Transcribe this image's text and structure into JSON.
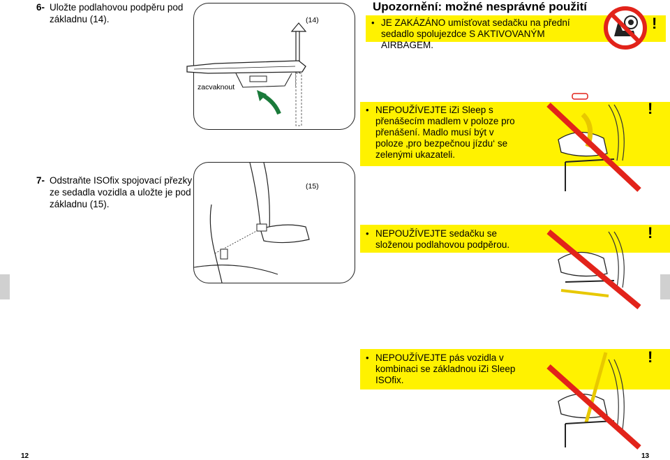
{
  "left_page": {
    "step6": {
      "num": "6-",
      "text": "Uložte podlahovou podpěru pod základnu (14)."
    },
    "step7": {
      "num": "7-",
      "text": "Odstraňte ISOfix spojovací přezky ze sedadla vozidla a uložte je pod základnu (15)."
    },
    "figure14": {
      "label": "(14)",
      "callout": "zacvaknout"
    },
    "figure15": {
      "label": "(15)"
    },
    "page_number": "12"
  },
  "right_page": {
    "title": "Upozornění: možné nesprávné použití",
    "warnings": [
      {
        "bullet": "•",
        "text": "JE ZAKÁZÁNO umísťovat sedačku na přední sedadlo spolujezdce S AKTIVOVANÝM AIRBAGEM.",
        "mark": "!"
      },
      {
        "bullet": "•",
        "text": "NEPOUŽÍVEJTE iZi Sleep s přenášecím madlem v poloze pro přenášení. Madlo musí být v poloze ‚pro bezpečnou jízdu‘ se zelenými ukazateli.",
        "mark": "!"
      },
      {
        "bullet": "•",
        "text": "NEPOUŽÍVEJTE sedačku se složenou podlahovou podpěrou.",
        "mark": "!"
      },
      {
        "bullet": "•",
        "text": "NEPOUŽÍVEJTE pás vozidla v kombinaci se základnou iZi Sleep ISOfix.",
        "mark": "!"
      }
    ],
    "page_number": "13"
  },
  "colors": {
    "warning_yellow": "#fff200",
    "prohibition_red": "#e2231a",
    "arrow_green": "#1a7a3a"
  },
  "icons": [
    "airbag-prohibition-icon",
    "carrycot-handle-prohibited-icon",
    "folded-support-prohibited-icon",
    "vehicle-belt-prohibited-icon"
  ]
}
